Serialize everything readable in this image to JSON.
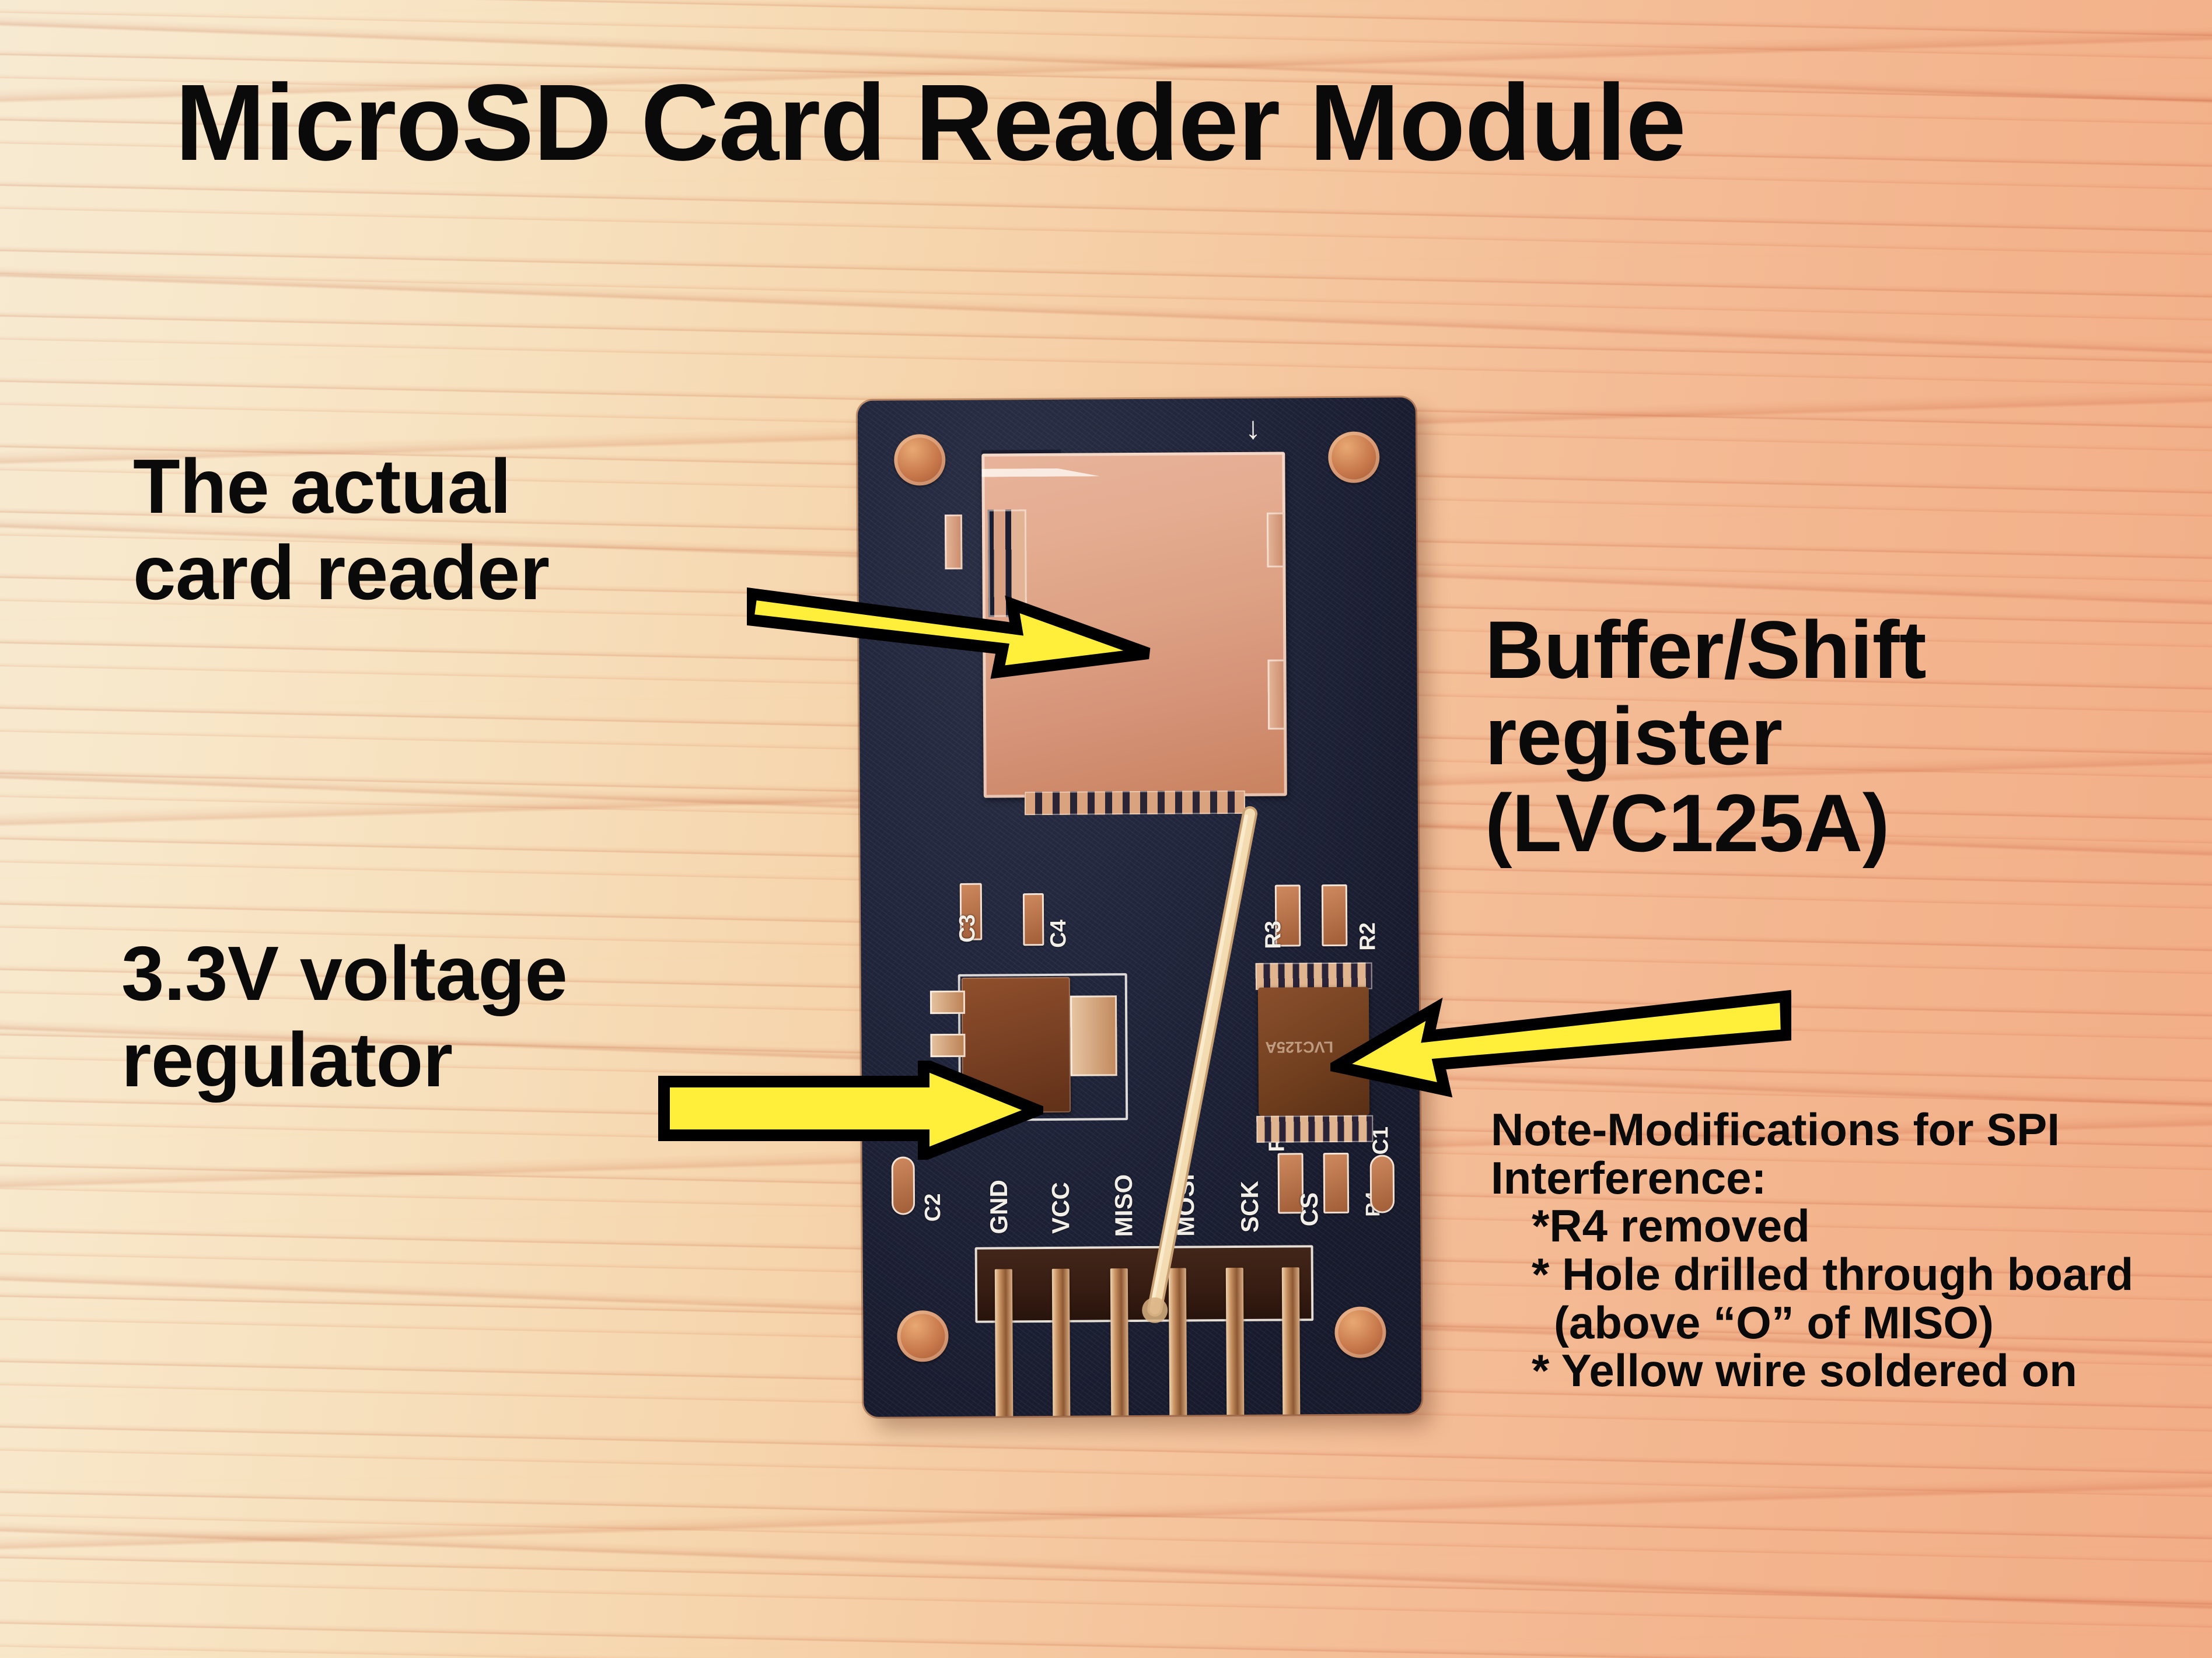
{
  "title": "MicroSD Card Reader Module",
  "labels": {
    "card_reader": "The actual\ncard reader",
    "voltage_regulator": "3.3V voltage\nregulator",
    "buffer_shift": "Buffer/Shift\nregister\n(LVC125A)"
  },
  "note": {
    "heading": "Note-Modifications\nfor SPI Interference:",
    "items": [
      "*R4 removed",
      "* Hole drilled through board (above “O” of MISO)",
      "* Yellow wire soldered on"
    ]
  },
  "pcb": {
    "silkscreen": {
      "capacitors": [
        "C1",
        "C2",
        "C3",
        "C4"
      ],
      "resistors": [
        "R1",
        "R2",
        "R3",
        "R4"
      ],
      "pins": [
        "GND",
        "VCC",
        "MISO",
        "MOSI",
        "SCK",
        "CS"
      ]
    },
    "ic_marking": "LVC125A",
    "pin_count": 6
  },
  "colors": {
    "arrow_fill": "#ffef3a",
    "arrow_outline": "#000000",
    "pcb_soldermask": "#1a1d30",
    "text": "#0a0a0a",
    "wire": "#f0d6a8",
    "wood_light": "#f7ead2",
    "wood_dark": "#f2ad86"
  }
}
